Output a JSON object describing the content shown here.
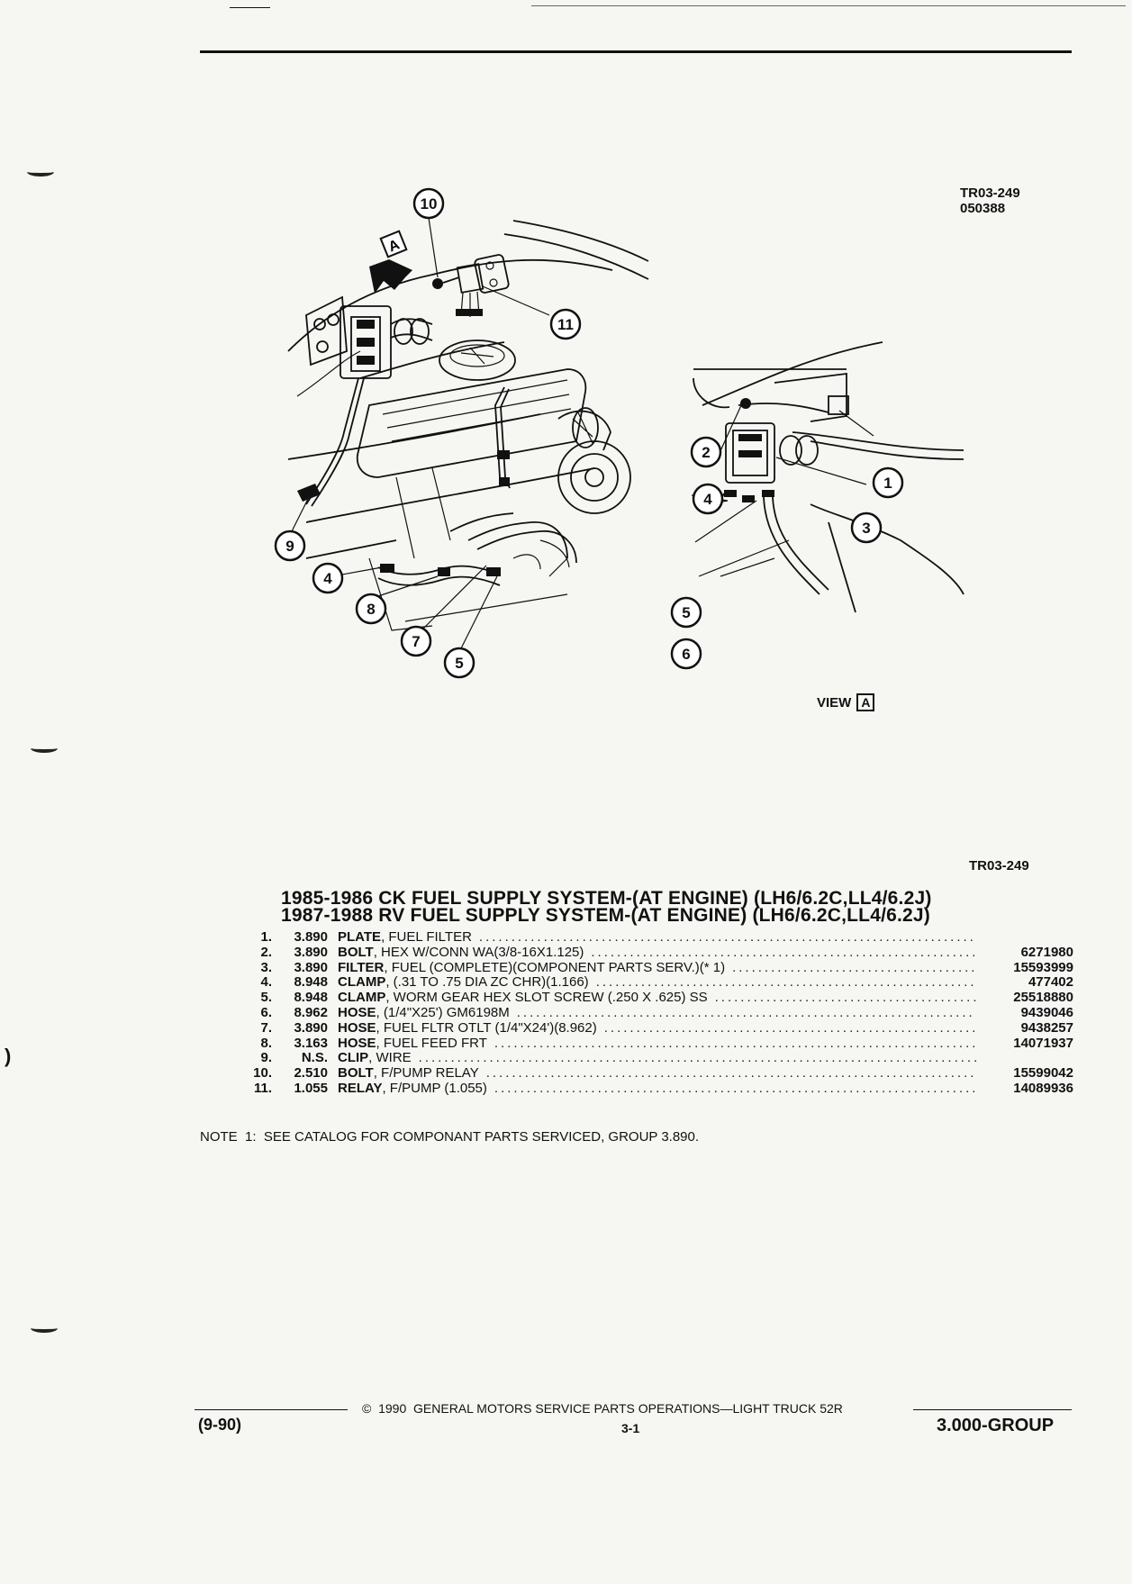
{
  "figure": {
    "code_top": "TR03-249",
    "date_code": "050388",
    "code_bottom": "TR03-249",
    "view_label": "VIEW",
    "view_letter": "A",
    "arrow_letter": "A",
    "callouts_main": [
      "10",
      "11",
      "9",
      "4",
      "8",
      "7",
      "5"
    ],
    "callouts_view": [
      "2",
      "1",
      "4",
      "3",
      "5",
      "6"
    ]
  },
  "title": {
    "line1": "1985-1986 CK FUEL SUPPLY SYSTEM-(AT ENGINE) (LH6/6.2C,LL4/6.2J)",
    "line2": "1987-1988 RV FUEL SUPPLY SYSTEM-(AT ENGINE) (LH6/6.2C,LL4/6.2J)"
  },
  "parts": [
    {
      "num": "1.",
      "group": "3.890",
      "name": "PLATE",
      "desc": ", FUEL FILTER",
      "part": ""
    },
    {
      "num": "2.",
      "group": "3.890",
      "name": "BOLT",
      "desc": ", HEX W/CONN WA(3/8-16X1.125)",
      "part": "6271980"
    },
    {
      "num": "3.",
      "group": "3.890",
      "name": "FILTER",
      "desc": ", FUEL (COMPLETE)(COMPONENT PARTS SERV.)(* 1)",
      "part": "15593999"
    },
    {
      "num": "4.",
      "group": "8.948",
      "name": "CLAMP",
      "desc": ", (.31 TO .75 DIA ZC CHR)(1.166)",
      "part": "477402"
    },
    {
      "num": "5.",
      "group": "8.948",
      "name": "CLAMP",
      "desc": ", WORM GEAR HEX SLOT SCREW (.250 X .625) SS",
      "part": "25518880"
    },
    {
      "num": "6.",
      "group": "8.962",
      "name": "HOSE",
      "desc": ", (1/4\"X25') GM6198M",
      "part": "9439046"
    },
    {
      "num": "7.",
      "group": "3.890",
      "name": "HOSE",
      "desc": ", FUEL FLTR OTLT (1/4\"X24')(8.962)",
      "part": "9438257"
    },
    {
      "num": "8.",
      "group": "3.163",
      "name": "HOSE",
      "desc": ", FUEL FEED FRT",
      "part": "14071937"
    },
    {
      "num": "9.",
      "group": "N.S.",
      "name": "CLIP",
      "desc": ", WIRE",
      "part": ""
    },
    {
      "num": "10.",
      "group": "2.510",
      "name": "BOLT",
      "desc": ", F/PUMP RELAY",
      "part": "15599042"
    },
    {
      "num": "11.",
      "group": "1.055",
      "name": "RELAY",
      "desc": ", F/PUMP (1.055)",
      "part": "14089936"
    }
  ],
  "note": "NOTE  1:  SEE CATALOG FOR COMPONANT PARTS SERVICED, GROUP 3.890.",
  "footer": {
    "copyright": "©  1990  GENERAL MOTORS SERVICE PARTS OPERATIONS—LIGHT TRUCK 52R",
    "date": "(9-90)",
    "page": "3-1",
    "group": "3.000-GROUP"
  }
}
